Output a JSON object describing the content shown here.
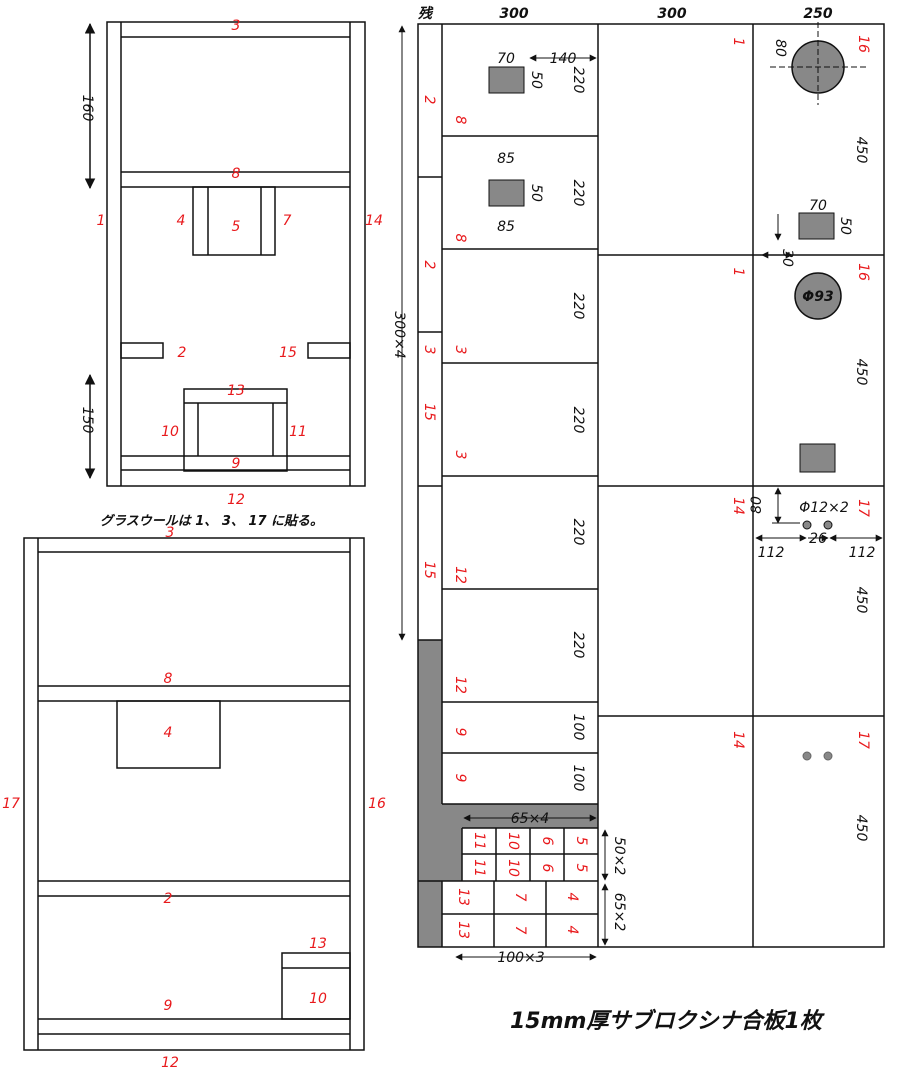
{
  "note": "グラスウールは 1、 3、 17 に貼る。",
  "caption": "15mm厚サブロクシナ合板1枚",
  "colors": {
    "label": "#e8191c",
    "line": "#111111",
    "fill": "#888888"
  },
  "top_view": {
    "parts": [
      "3",
      "8",
      "1",
      "14",
      "4",
      "5",
      "7",
      "2",
      "15",
      "13",
      "10",
      "11",
      "9",
      "12"
    ],
    "dims": [
      "160",
      "150"
    ]
  },
  "side_view": {
    "parts": [
      "3",
      "8",
      "4",
      "17",
      "16",
      "2",
      "13",
      "10",
      "9",
      "12"
    ]
  },
  "cut_plan": {
    "leftover": "残",
    "col_widths": [
      "300",
      "300",
      "250"
    ],
    "total_height": "300×4",
    "strip_labels": [
      "2",
      "2",
      "3",
      "15",
      "15"
    ],
    "col1_labels": [
      "8",
      "8",
      "3",
      "3",
      "12",
      "12",
      "9",
      "9"
    ],
    "col1_heights": [
      "220",
      "220",
      "220",
      "220",
      "220",
      "220",
      "100",
      "100"
    ],
    "col1_dims": [
      "70",
      "140",
      "50",
      "85",
      "50",
      "85"
    ],
    "small_parts": [
      "11",
      "11",
      "10",
      "10",
      "6",
      "6",
      "5",
      "5",
      "13",
      "13",
      "7",
      "7",
      "4",
      "4"
    ],
    "small_dims": [
      "65×4",
      "50×2",
      "65×2",
      "100×3"
    ],
    "col2_labels": [
      "1",
      "1",
      "14",
      "14"
    ],
    "col3_labels": [
      "16",
      "16",
      "17",
      "17"
    ],
    "col3_heights": [
      "450",
      "450",
      "450",
      "450"
    ],
    "col3_dims": [
      "80",
      "70",
      "50",
      "30",
      "Φ93",
      "80",
      "Φ12×2",
      "112",
      "26",
      "112"
    ]
  }
}
